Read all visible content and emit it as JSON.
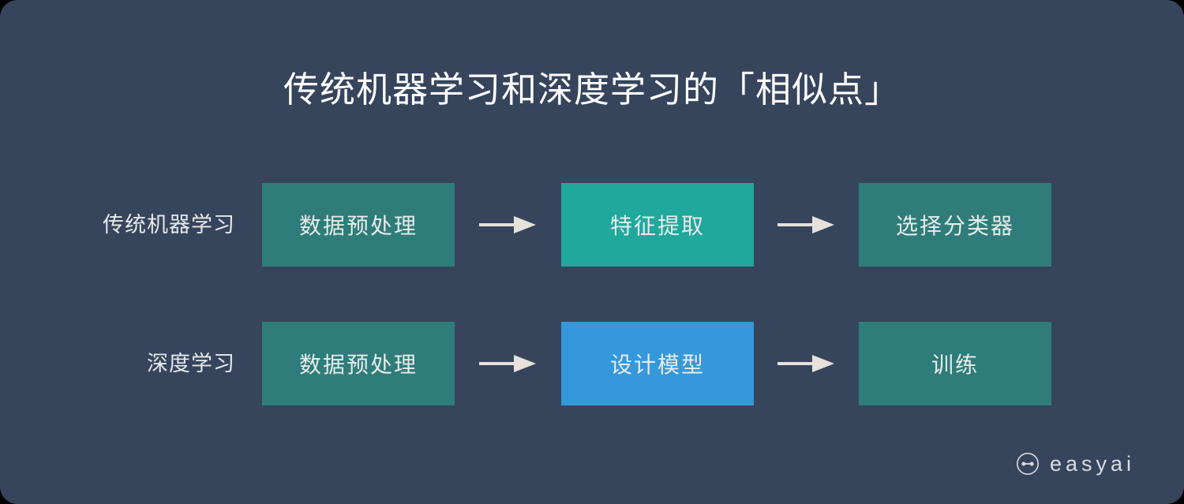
{
  "background_color": "#36455C",
  "title": "传统机器学习和深度学习的「相似点」",
  "diagram": {
    "rows": [
      {
        "label": "传统机器学习",
        "stages": [
          {
            "text": "数据预处理",
            "color": "#2E7D7B",
            "highlight": false
          },
          {
            "text": "特征提取",
            "color": "#1FA89B",
            "highlight": true
          },
          {
            "text": "选择分类器",
            "color": "#2E7D7B",
            "highlight": false
          }
        ],
        "connectors": [
          "arrow-right-icon",
          "arrow-right-icon"
        ]
      },
      {
        "label": "深度学习",
        "stages": [
          {
            "text": "数据预处理",
            "color": "#2E7D7B",
            "highlight": false
          },
          {
            "text": "设计模型",
            "color": "#3498DB",
            "highlight": true
          },
          {
            "text": "训练",
            "color": "#2E7D7B",
            "highlight": false
          }
        ],
        "connectors": [
          "arrow-right-icon",
          "arrow-right-icon"
        ]
      }
    ],
    "arrow_color": "#E6E1DA",
    "stage_text_color": "#E9EBEA",
    "label_text_color": "#E6E9EE"
  },
  "brand": {
    "name": "easyai",
    "mark": "easyai-circle-dumbbell-icon",
    "color": "#D9DDE3"
  }
}
